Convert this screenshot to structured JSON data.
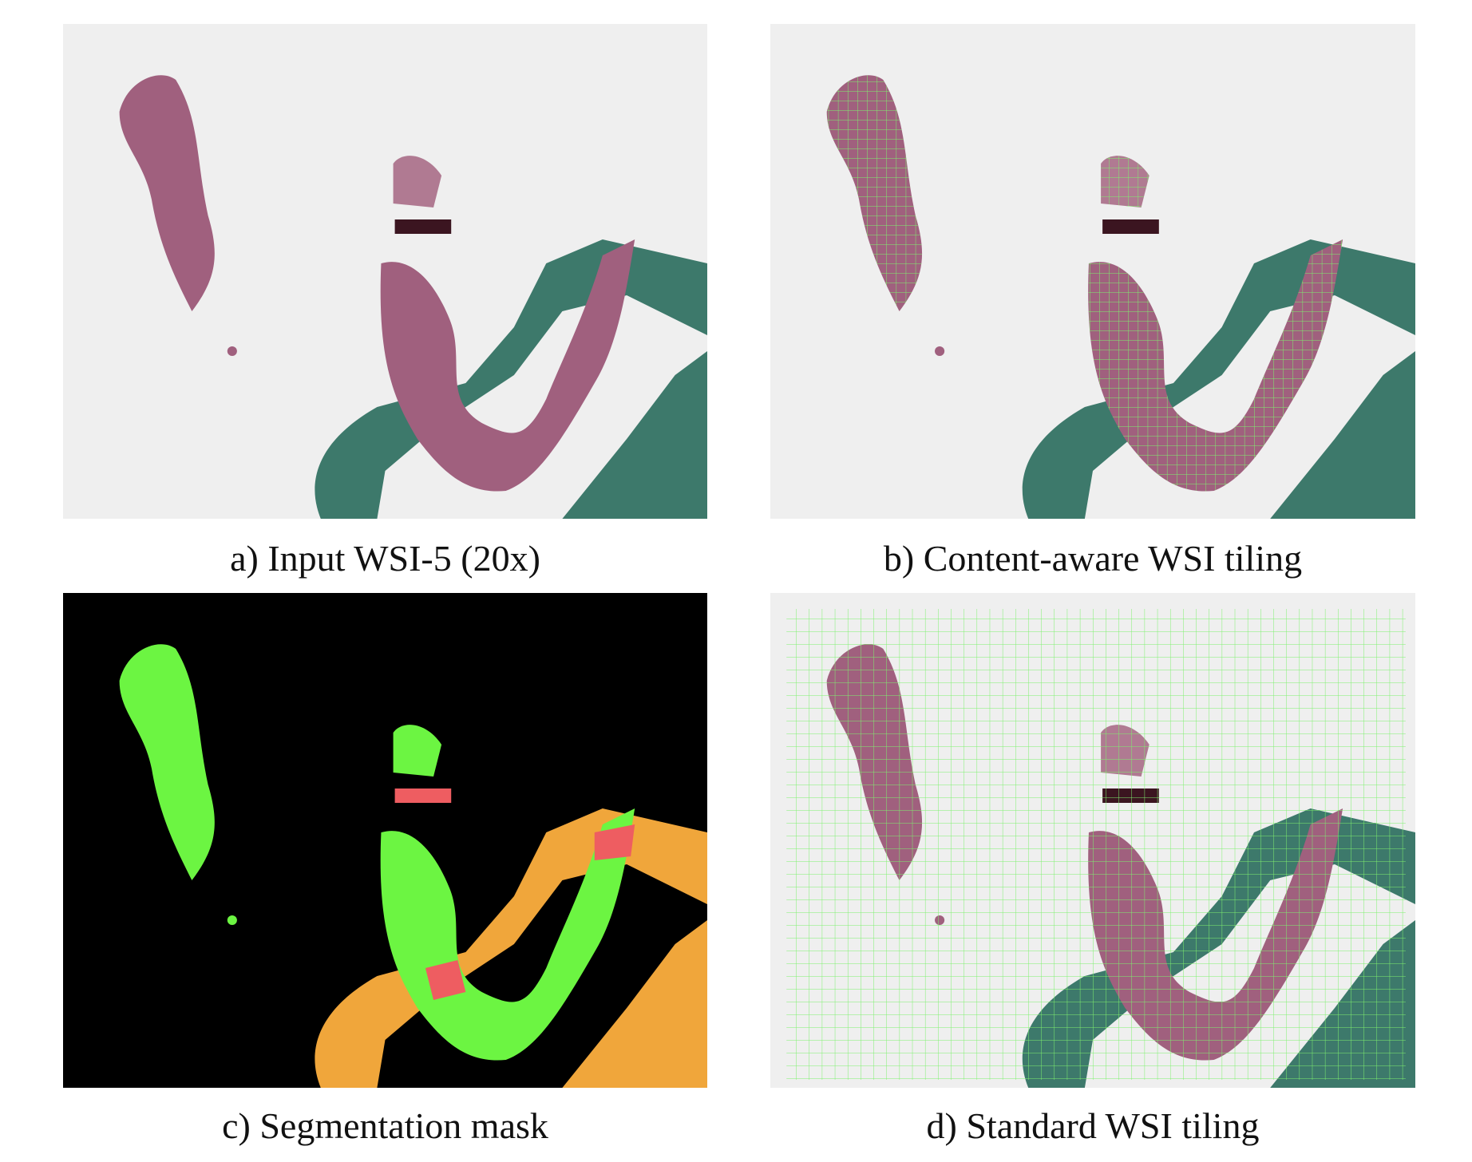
{
  "figure": {
    "panels": [
      {
        "id": "a",
        "caption": "a) Input WSI-5 (20x)"
      },
      {
        "id": "b",
        "caption": "b) Content-aware WSI tiling"
      },
      {
        "id": "c",
        "caption": "c) Segmentation mask"
      },
      {
        "id": "d",
        "caption": "d) Standard WSI tiling"
      }
    ]
  },
  "colors": {
    "slide_background": "#efefef",
    "tissue": "#a0607e",
    "tissue_dark": "#7a3f5e",
    "marker_ink": "#2e6f5f",
    "marker_ink_dark": "#1f4c42",
    "mask_background": "#000000",
    "mask_tissue": "#6cf542",
    "mask_marker": "#f0a63b",
    "mask_overlap": "#ee5d61",
    "tile_grid": "#7ef06e"
  }
}
